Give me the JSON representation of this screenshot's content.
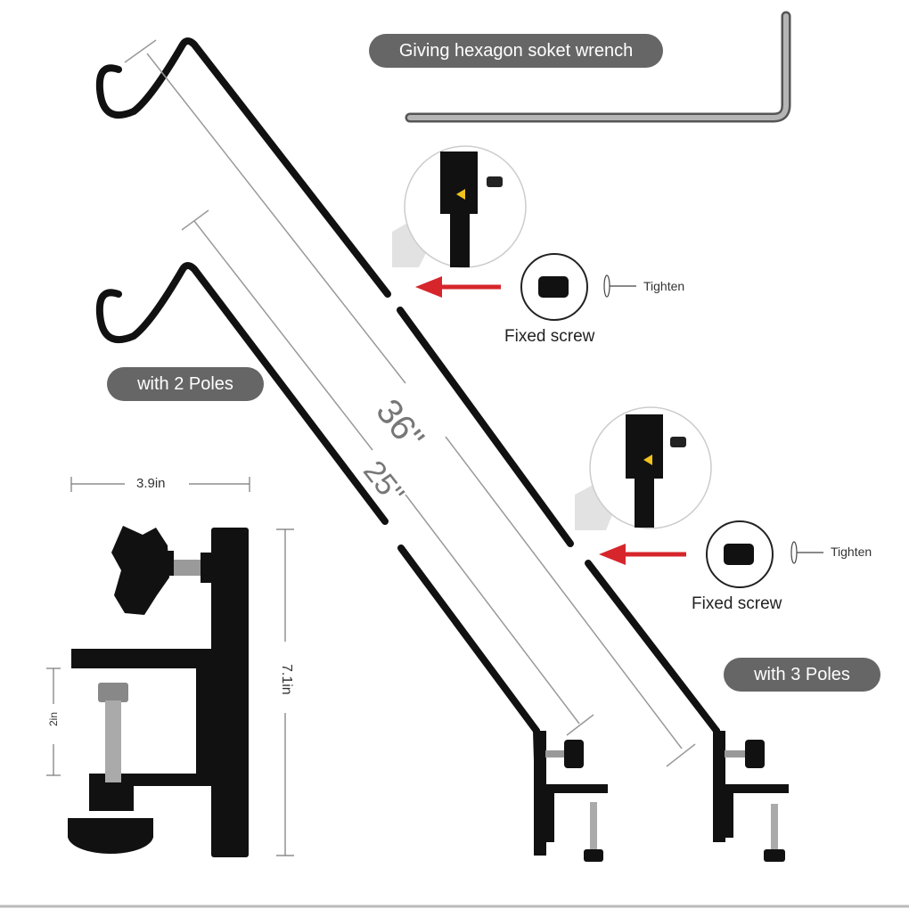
{
  "labels": {
    "wrench_banner": "Giving hexagon soket wrench",
    "two_poles": "with 2 Poles",
    "three_poles": "with 3 Poles",
    "fixed_screw_top": "Fixed screw",
    "fixed_screw_bottom": "Fixed screw",
    "tighten_top": "Tighten",
    "tighten_bottom": "Tighten",
    "dim_36": "36\"",
    "dim_25": "25\"",
    "dim_width": "3.9in",
    "dim_height": "7.1in",
    "dim_jaw": "2in"
  },
  "colors": {
    "pill_bg": "#666666",
    "pole": "#111111",
    "arrow_red": "#d6262b",
    "dim_line": "#999999",
    "wrench": "#9a9a9a"
  },
  "icons": [
    "hex-wrench-icon",
    "arrow-icon",
    "set-screw-icon",
    "tighten-screw-icon",
    "clamp-icon",
    "knob-icon"
  ]
}
